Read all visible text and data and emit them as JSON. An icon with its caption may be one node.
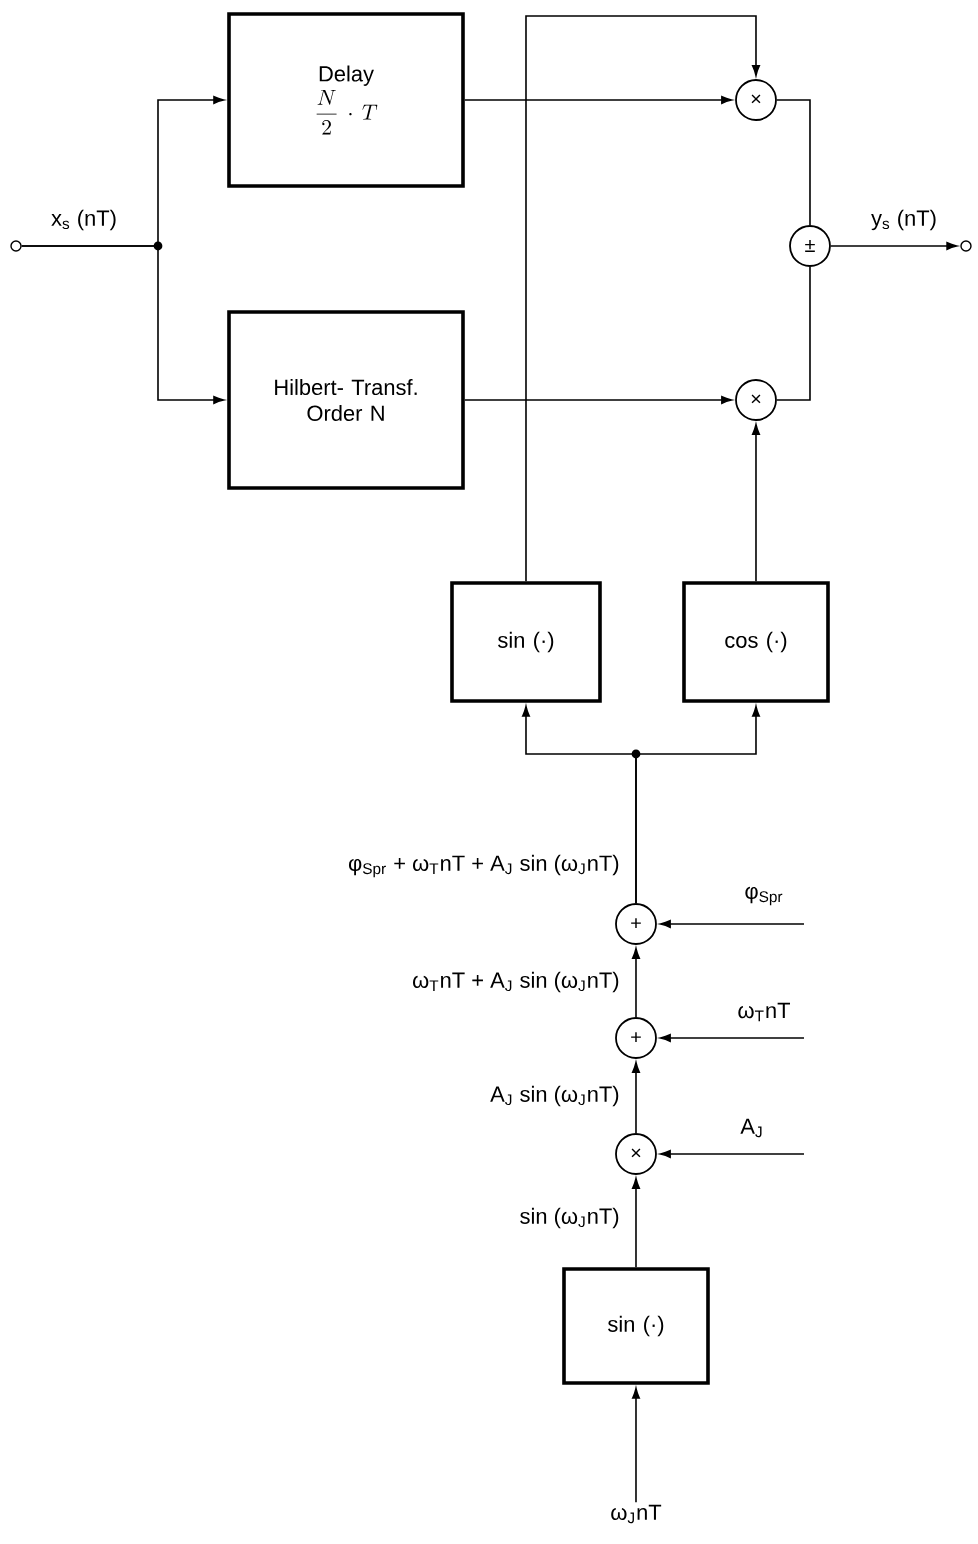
{
  "diagram": {
    "nodes": [
      {
        "text": [],
        "shape": "circle",
        "beside": [
          "x$_{s}$ (nT)"
        ]
      },
      {
        "text": [
          "Delay",
          "\\frac{N}{2} \\cdot T"
        ]
      },
      {
        "text": [
          "Hilbert- Transf. Order N"
        ]
      },
      {
        "text": [
          "×"
        ]
      },
      {
        "text": [
          "×"
        ]
      },
      {
        "text": [
          "±"
        ]
      },
      {
        "text": [],
        "shape": "circle",
        "beside": [
          "y$_{s}$ (nT)"
        ]
      },
      {
        "text": [
          "sin (·)"
        ]
      },
      {
        "text": [
          "cos (·)"
        ]
      },
      {
        "text": [
          "+"
        ]
      },
      {
        "text": [
          "+"
        ]
      },
      {
        "text": [
          "×"
        ]
      },
      {
        "text": [
          "sin (·)"
        ]
      },
      {
        "text": [
          "ω$_{J}$nT"
        ]
      }
    ],
    "edges": [
      {
        "from": 0,
        "to": 1,
        "arrow": "to"
      },
      {
        "from": 0,
        "to": 2,
        "arrow": "to"
      },
      {
        "from": 1,
        "to": 3,
        "arrow": "to"
      },
      {
        "from": 2,
        "to": 4,
        "arrow": "to"
      },
      {
        "from": 7,
        "to": 3,
        "arrow": "to"
      },
      {
        "from": 8,
        "to": 4,
        "arrow": "to"
      },
      {
        "from": 3,
        "to": 5,
        "arrow": "none"
      },
      {
        "from": 4,
        "to": 5,
        "arrow": "none"
      },
      {
        "from": 5,
        "to": 6,
        "arrow": "to"
      },
      {
        "from": 9,
        "to": 7,
        "arrow": "to",
        "label": "φ$_{Spr}$ + ω$_{T}$nT + A$_{J}$ sin (ω$_{J}$nT)"
      },
      {
        "from": 9,
        "to": 8,
        "arrow": "to"
      },
      {
        "from": 10,
        "to": 9,
        "arrow": "to",
        "label": "ω$_{T}$nT + A$_{J}$ sin (ω$_{J}$nT)"
      },
      {
        "from": 11,
        "to": 10,
        "arrow": "to",
        "label": "A$_{J}$ sin (ω$_{J}$nT)"
      },
      {
        "from": 12,
        "to": 11,
        "arrow": "to",
        "label": "sin (ω$_{J}$nT)"
      },
      {
        "from": 13,
        "to": 12,
        "arrow": "to"
      },
      {
        "from": null,
        "to": 9,
        "arrow": "to",
        "label": "φ$_{Spr}$"
      },
      {
        "from": null,
        "to": 10,
        "arrow": "to",
        "label": "ω$_{T}$nT"
      },
      {
        "from": null,
        "to": 11,
        "arrow": "to",
        "label": "A$_{J}$"
      }
    ]
  }
}
